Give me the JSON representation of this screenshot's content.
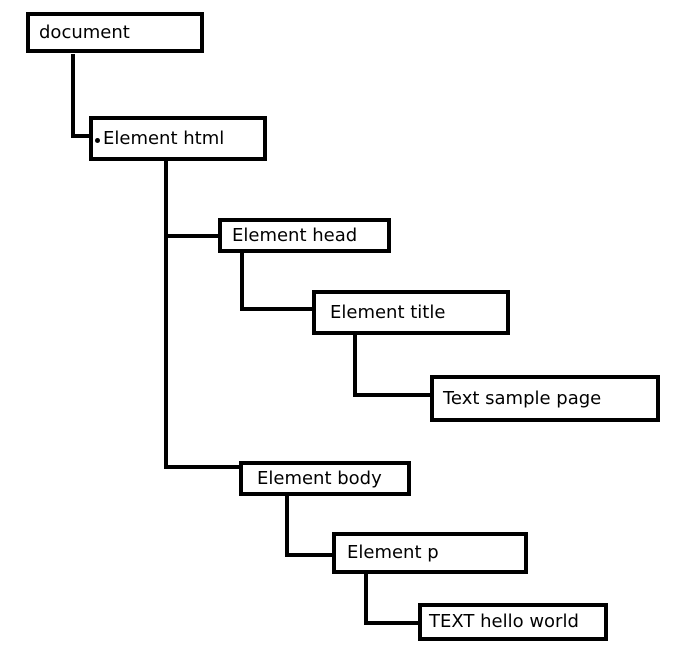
{
  "tree": {
    "document": "document",
    "html": "Element html",
    "head": "Element head",
    "title": "Element title",
    "title_text": "Text sample page",
    "body": "Element body",
    "p": "Element p",
    "p_text": "TEXT hello world"
  }
}
